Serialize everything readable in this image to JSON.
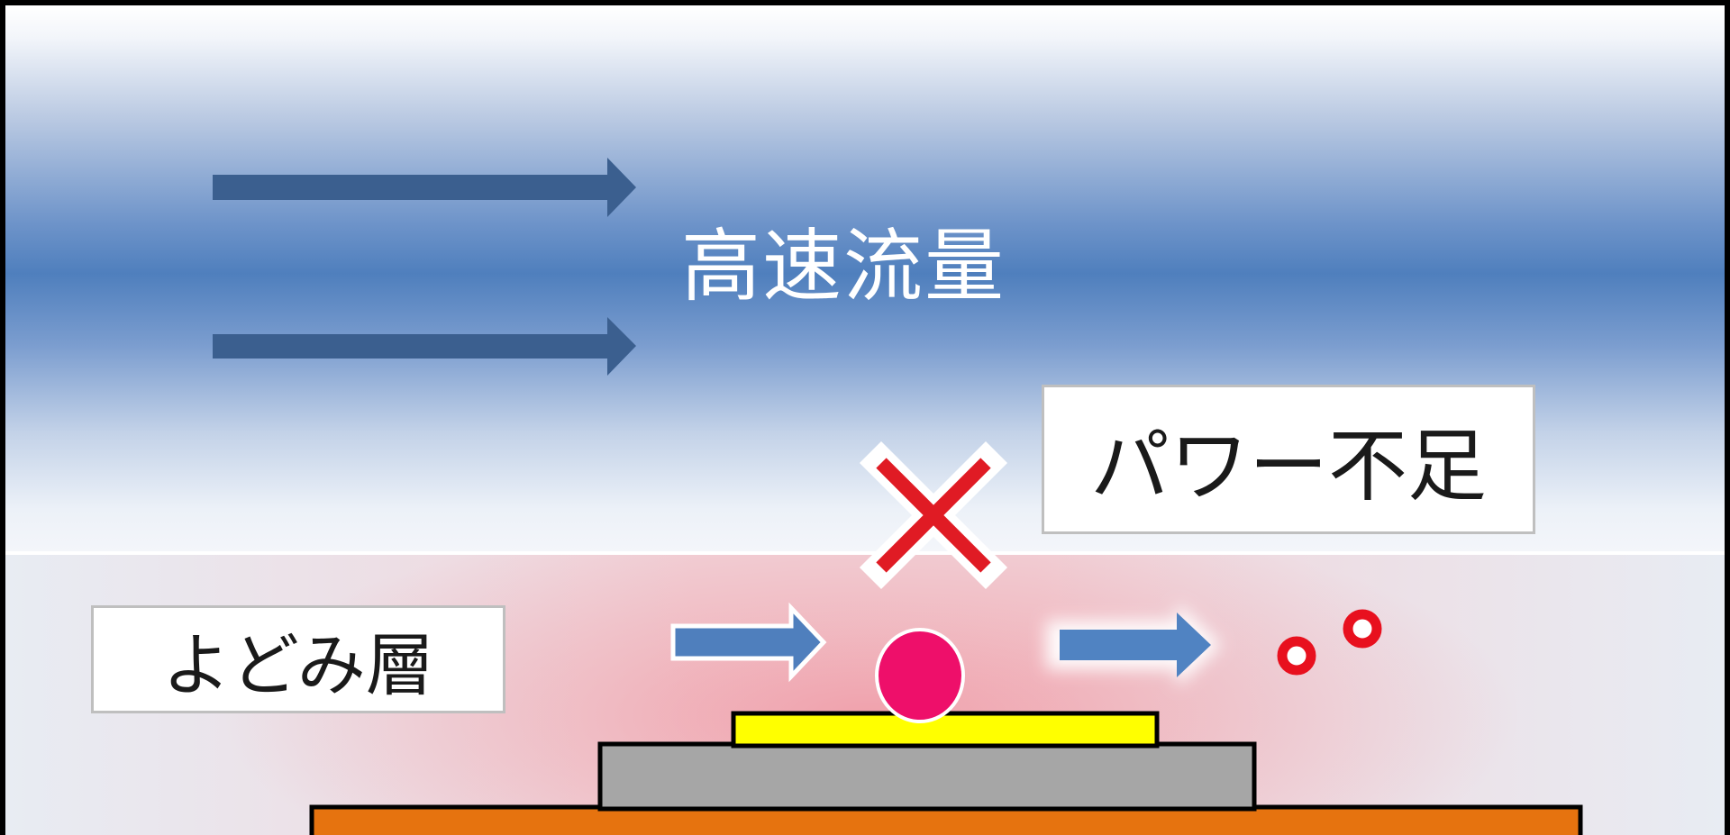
{
  "labels": {
    "flow": "高速流量",
    "stagnant_layer": "よどみ層",
    "power_shortage": "パワー不足"
  },
  "colors": {
    "flow_arrow": "#3b5f8f",
    "small_arrow": "#4f7fbd",
    "droplet": "#ee0f6a",
    "cross": "#e01b24",
    "ring": "#e8101e",
    "top_plate": "#ffff00",
    "middle_plate": "#a6a6a6",
    "base_plate": "#e6730f"
  },
  "icons": {
    "flow_arrows": "arrow-right-icon",
    "cross": "cross-mark-icon",
    "droplet": "droplet-icon",
    "particles": "ring-particle-icon"
  }
}
